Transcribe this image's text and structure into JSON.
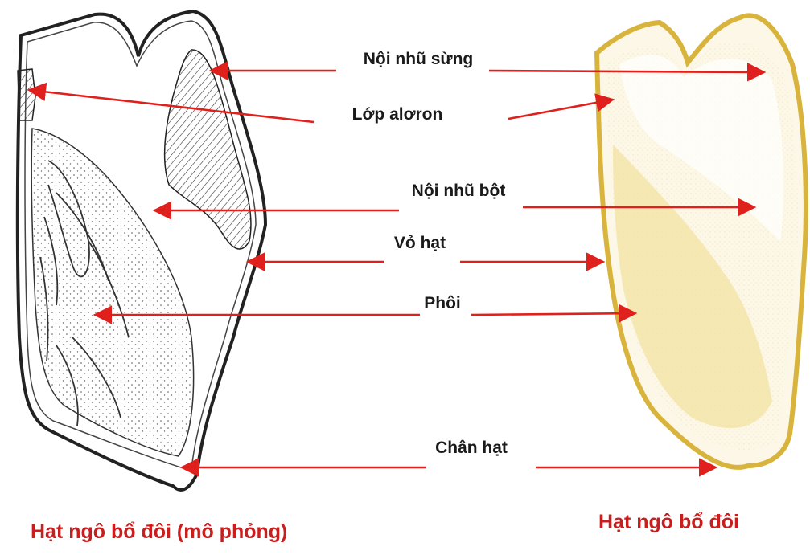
{
  "labels": {
    "noi_nhu_sung": "Nội nhũ sừng",
    "lop_aloron": "Lớp alơron",
    "noi_nhu_bot": "Nội nhũ bột",
    "vo_hat": "Vỏ hạt",
    "phoi": "Phôi",
    "chan_hat": "Chân hạt"
  },
  "captions": {
    "left": "Hạt ngô bổ đôi (mô phỏng)",
    "right": "Hạt ngô bổ đôi"
  },
  "colors": {
    "arrow": "#e0201c",
    "caption": "#c81e1e",
    "outline": "#222222",
    "kernel_fill": "#fbf3d6",
    "kernel_edge": "#d9b43c",
    "embryo_fill": "#f3e3a6"
  }
}
